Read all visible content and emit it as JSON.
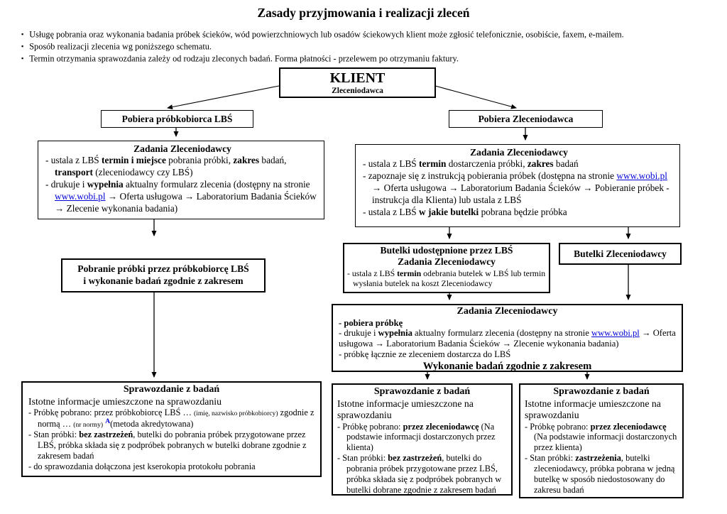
{
  "title": "Zasady przyjmowania i realizacji zleceń",
  "intro": {
    "bullets": [
      [
        {
          "t": "Usługę pobrania oraz wykonania badania próbek ścieków, wód powierzchniowych  lub osadów ściekowych klient może zgłosić telefonicznie, osobiście, faxem, e-mailem."
        }
      ],
      [
        {
          "t": "Sposób realizacji zlecenia wg poniższego schematu."
        }
      ],
      [
        {
          "t": "Termin otrzymania sprawozdania zależy od rodzaju zleconych badań.  Forma płatności - przelewem po otrzymaniu faktury."
        }
      ]
    ]
  },
  "colors": {
    "text": "#000000",
    "background": "#ffffff",
    "link": "#0000d8"
  },
  "flow": {
    "klient": {
      "title": "KLIENT",
      "subtitle": "Zleceniodawca"
    },
    "pobiera_lbs": {
      "label": "Pobiera próbkobiorca LBŚ"
    },
    "pobiera_zlec": {
      "label": "Pobiera Zleceniodawca"
    },
    "zadania_left": {
      "title": "Zadania Zleceniodawcy",
      "items": [
        [
          {
            "t": "- ustala z LBŚ "
          },
          {
            "t": "termin i miejsce",
            "b": true
          },
          {
            "t": " pobrania próbki, "
          },
          {
            "t": "zakres",
            "b": true
          },
          {
            "t": " badań, "
          },
          {
            "t": "transport",
            "b": true
          },
          {
            "t": " (zleceniodawcy czy LBŚ)"
          }
        ],
        [
          {
            "t": "- drukuje i "
          },
          {
            "t": "wypełnia",
            "b": true
          },
          {
            "t": " aktualny formularz zlecenia (dostępny na stronie "
          },
          {
            "t": "www.wobi.pl",
            "link": true
          },
          {
            "t": " → Oferta usługowa → Laboratorium Badania Ścieków → Zlecenie wykonania badania)"
          }
        ]
      ]
    },
    "zadania_right": {
      "title": "Zadania Zleceniodawcy",
      "items": [
        [
          {
            "t": "- ustala z LBŚ "
          },
          {
            "t": "termin",
            "b": true
          },
          {
            "t": " dostarczenia próbki, "
          },
          {
            "t": "zakres",
            "b": true
          },
          {
            "t": " badań"
          }
        ],
        [
          {
            "t": "- zapoznaje się z instrukcją pobierania próbek (dostępna na stronie "
          },
          {
            "t": "www.wobi.pl",
            "link": true
          },
          {
            "t": " → Oferta usługowa → Laboratorium Badania Ścieków → Pobieranie próbek - instrukcja dla Klienta) lub ustala z LBŚ"
          }
        ],
        [
          {
            "t": "- ustala z LBŚ "
          },
          {
            "t": "w jakie butelki",
            "b": true
          },
          {
            "t": " pobrana będzie próbka"
          }
        ]
      ]
    },
    "butelki_lbs": {
      "title_line1": "Butelki udostępnione przez LBŚ",
      "title_line2": "Zadania Zleceniodawcy",
      "items": [
        [
          {
            "t": "- ustala z LBŚ "
          },
          {
            "t": "termin",
            "b": true
          },
          {
            "t": " odebrania butelek w LBŚ lub termin wysłania butelek na koszt Zleceniodawcy"
          }
        ]
      ]
    },
    "butelki_zlec": {
      "label": "Butelki Zleceniodawcy"
    },
    "pobranie": {
      "line1": "Pobranie próbki przez próbkobiorcę LBŚ",
      "line2": "i wykonanie badań zgodnie z zakresem"
    },
    "zadania_big": {
      "title": "Zadania Zleceniodawcy",
      "items": [
        [
          {
            "t": "- pobiera próbkę",
            "b": true
          }
        ],
        [
          {
            "t": "- drukuje i "
          },
          {
            "t": "wypełnia",
            "b": true
          },
          {
            "t": " aktualny formularz zlecenia (dostępny na stronie "
          },
          {
            "t": "www.wobi.pl",
            "link": true
          },
          {
            "t": " → Oferta usługowa → Laboratorium Badania Ścieków → Zlecenie wykonania badania)"
          }
        ],
        [
          {
            "t": "- próbkę łącznie ze zleceniem dostarcza do LBŚ"
          }
        ]
      ],
      "footer": "Wykonanie badań zgodnie z zakresem"
    },
    "spraw_left": {
      "title": "Sprawozdanie z badań",
      "subtitle": "Istotne informacje umieszczone na sprawozdaniu",
      "items": [
        [
          {
            "t": "- Próbkę pobrano: przez próbkobiorcę LBŚ … "
          },
          {
            "t": "(imię, nazwisko próbkobiorcy)",
            "sm": true
          },
          {
            "t": " zgodnie z normą … "
          },
          {
            "t": "(nr normy)",
            "sm": true
          },
          {
            "t": " "
          },
          {
            "t": "A",
            "sup": true
          },
          {
            "t": "(metoda akredytowana)"
          }
        ],
        [
          {
            "t": "- Stan próbki: "
          },
          {
            "t": "bez zastrzeżeń",
            "b": true
          },
          {
            "t": ",  butelki do pobrania próbek przygotowane przez LBŚ, próbka składa się z podpróbek pobranych w butelki dobrane zgodnie z zakresem badań"
          }
        ],
        [
          {
            "t": "- do sprawozdania dołączona jest kserokopia protokołu pobrania"
          }
        ]
      ]
    },
    "spraw_mid": {
      "title": "Sprawozdanie z badań",
      "subtitle": "Istotne informacje umieszczone na sprawozdaniu",
      "items": [
        [
          {
            "t": "- Próbkę pobrano: "
          },
          {
            "t": "przez zleceniodawcę",
            "b": true
          },
          {
            "t": " (Na podstawie informacji dostarczonych przez klienta)"
          }
        ],
        [
          {
            "t": "- Stan próbki: "
          },
          {
            "t": "bez zastrzeżeń",
            "b": true
          },
          {
            "t": ",  butelki do pobrania próbek przygotowane przez LBŚ, próbka składa się z podpróbek pobranych w butelki dobrane zgodnie z zakresem badań"
          }
        ]
      ]
    },
    "spraw_right": {
      "title": "Sprawozdanie z badań",
      "subtitle": "Istotne informacje umieszczone na sprawozdaniu",
      "items": [
        [
          {
            "t": "- Próbkę pobrano: "
          },
          {
            "t": "przez zleceniodawcę",
            "b": true
          },
          {
            "t": " (Na podstawie informacji dostarczonych przez  klienta)"
          }
        ],
        [
          {
            "t": "- Stan próbki: "
          },
          {
            "t": "zastrzeżenia",
            "b": true
          },
          {
            "t": ",  butelki zleceniodawcy, próbka pobrana w jedną butelkę w sposób niedostosowany do zakresu badań"
          }
        ]
      ]
    }
  }
}
